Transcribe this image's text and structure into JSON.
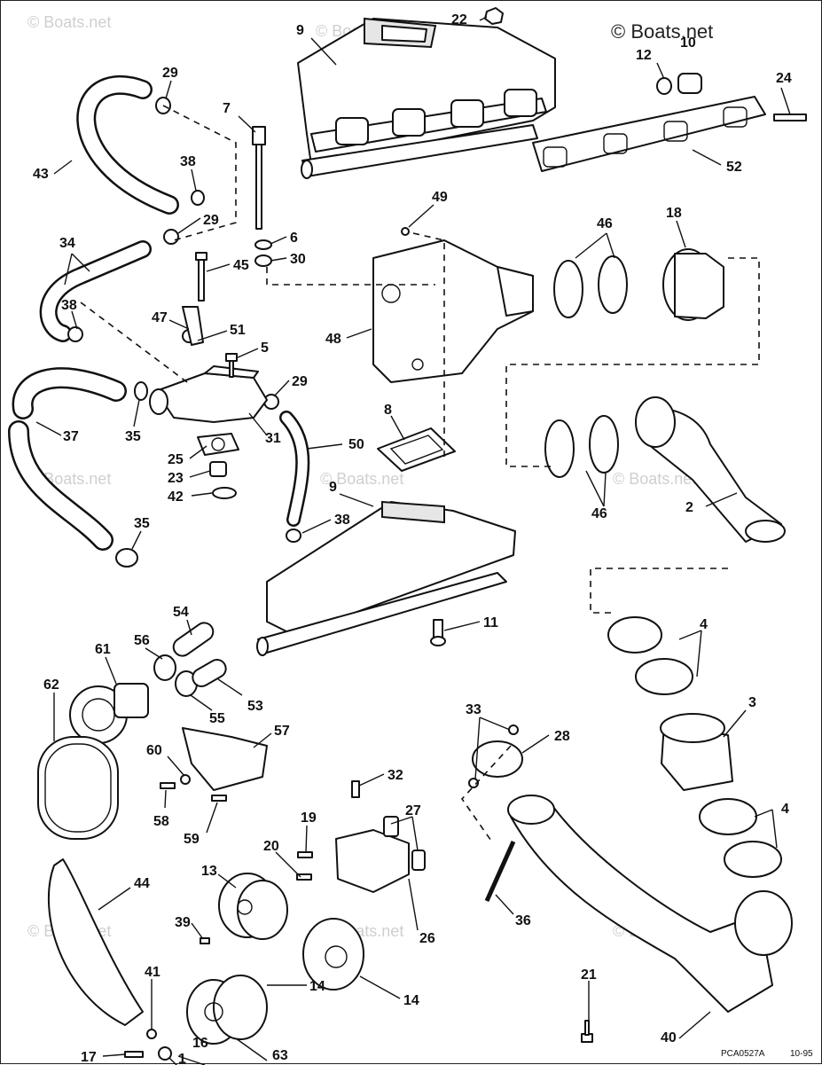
{
  "watermark": "© Boats.net",
  "copyright": "© Boats.net",
  "drawing_code": "PCA0527A",
  "drawing_date": "10-95",
  "callouts": {
    "c9a": "9",
    "c22": "22",
    "c10": "10",
    "c12": "12",
    "c24": "24",
    "c52": "52",
    "c29a": "29",
    "c7": "7",
    "c43": "43",
    "c38a": "38",
    "c29b": "29",
    "c34": "34",
    "c6": "6",
    "c30": "30",
    "c45": "45",
    "c38b": "38",
    "c47": "47",
    "c51": "51",
    "c5": "5",
    "c29c": "29",
    "c49": "49",
    "c46a": "46",
    "c18": "18",
    "c48": "48",
    "c37": "37",
    "c35a": "35",
    "c31": "31",
    "c25": "25",
    "c23": "23",
    "c42": "42",
    "c8": "8",
    "c50": "50",
    "c9b": "9",
    "c46b": "46",
    "c2": "2",
    "c35b": "35",
    "c38c": "38",
    "c11": "11",
    "c54": "54",
    "c56": "56",
    "c61": "61",
    "c62": "62",
    "c53": "53",
    "c55": "55",
    "c4a": "4",
    "c3": "3",
    "c33": "33",
    "c28": "28",
    "c57": "57",
    "c60": "60",
    "c58": "58",
    "c59": "59",
    "c32": "32",
    "c27": "27",
    "c19": "19",
    "c20": "20",
    "c4b": "4",
    "c44": "44",
    "c13": "13",
    "c36": "36",
    "c39": "39",
    "c26": "26",
    "c41": "41",
    "c14a": "14",
    "c14b": "14",
    "c21": "21",
    "c17": "17",
    "c1": "1",
    "c16": "16",
    "c63": "63",
    "c40": "40"
  }
}
